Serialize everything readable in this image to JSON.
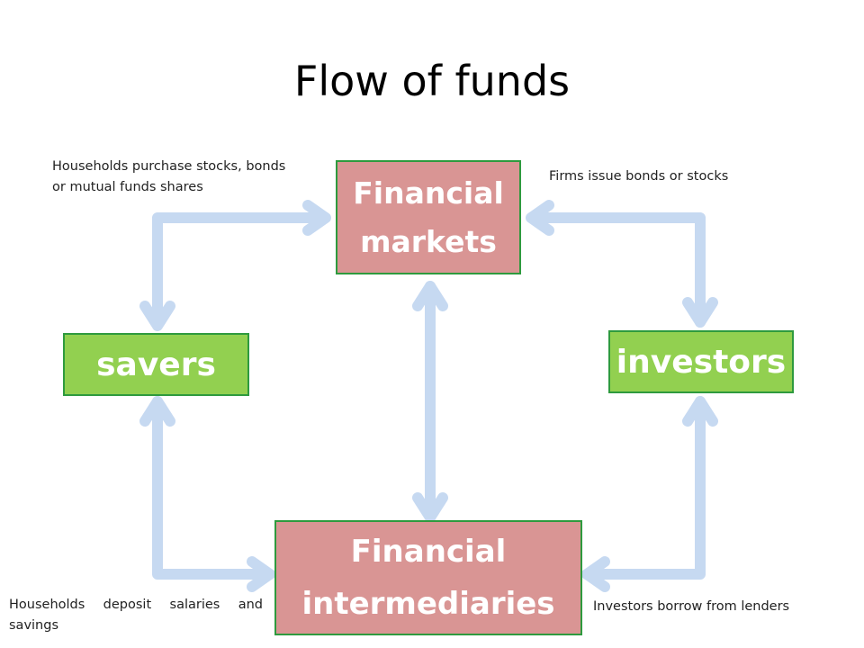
{
  "slide": {
    "title": "Flow of funds"
  },
  "nodes": {
    "financial_markets": "Financial markets",
    "savers": "savers",
    "investors": "investors",
    "financial_intermediaries": "Financial intermediaries"
  },
  "notes": {
    "households_purchase": "Households purchase stocks, bonds or mutual funds shares",
    "firms_issue": "Firms issue bonds or stocks",
    "households_deposit": "Households deposit salaries and savings",
    "investors_borrow": "Investors borrow from lenders"
  },
  "colors": {
    "arrow": "#c6d9f1",
    "market_box": "#d99594",
    "party_box": "#92d050",
    "box_border": "#2e9a3e"
  }
}
